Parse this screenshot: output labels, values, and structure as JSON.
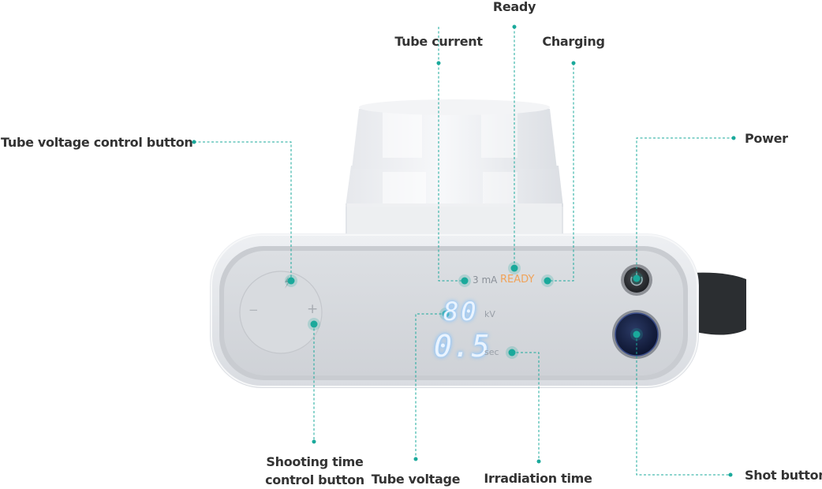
{
  "colors": {
    "accent": "#1aa99b",
    "ready": "#f0a35a",
    "label": "#333333"
  },
  "labels": {
    "ready": "Ready",
    "tube_current": "Tube current",
    "charging": "Charging",
    "tube_voltage_control": "Tube voltage control button",
    "power": "Power",
    "shooting_time_control": "Shooting time\ncontrol button",
    "tube_voltage": "Tube voltage",
    "irradiation_time": "Irradiation time",
    "shot_button": "Shot button"
  },
  "display": {
    "current_value": "3 mA",
    "ready_text": "READY",
    "kv_value": "80",
    "kv_unit": "kV",
    "sec_value": "0.5",
    "sec_unit": "sec",
    "minus": "−",
    "plus": "+"
  },
  "icons": {
    "power": "power-icon",
    "shot": "shot-button-icon",
    "lightning": "lightning-icon"
  }
}
